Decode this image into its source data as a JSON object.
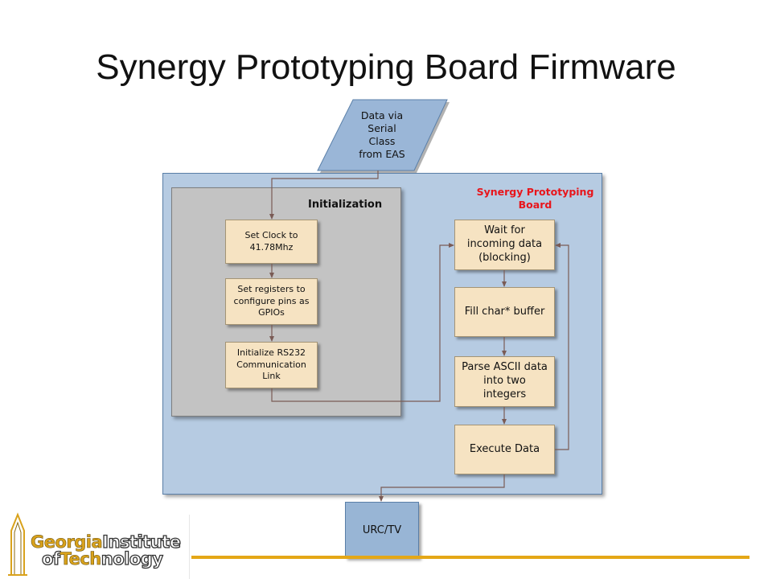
{
  "slide": {
    "title": "Synergy Prototyping Board Firmware"
  },
  "diagram": {
    "input": "Data via\nSerial\nClass\nfrom EAS",
    "board_label": "Synergy Prototyping\nBoard",
    "init_label": "Initialization",
    "init_steps": [
      "Set Clock to\n41.78Mhz",
      "Set registers to\nconfigure pins as\nGPIOs",
      "Initialize RS232\nCommunication\nLink"
    ],
    "loop_steps": [
      "Wait for\nincoming data\n(blocking)",
      "Fill char* buffer",
      "Parse ASCII data\ninto two\nintegers",
      "Execute Data"
    ],
    "output": "URC/TV"
  },
  "logo": {
    "line1_part1": "Georgia",
    "line1_part2": "Institute",
    "line2_part1": "of",
    "line2_part2": "Tech",
    "line2_part3": "nology"
  }
}
